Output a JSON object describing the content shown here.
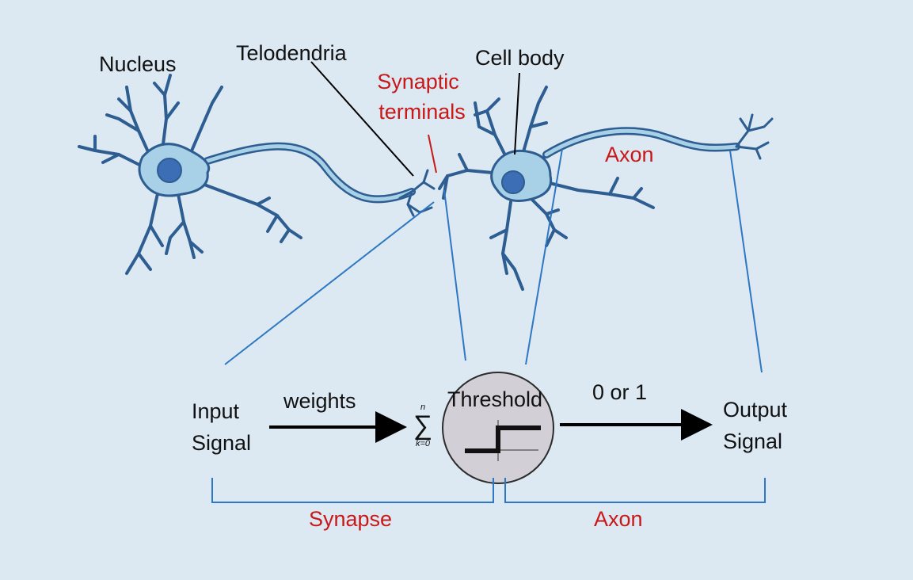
{
  "labels": {
    "nucleus": "Nucleus",
    "telodendria": "Telodendria",
    "synaptic_1": "Synaptic",
    "synaptic_2": "terminals",
    "cell_body": "Cell body",
    "axon_top": "Axon",
    "input_1": "Input",
    "input_2": "Signal",
    "weights": "weights",
    "sum_top": "n",
    "sum_symbol": "∑",
    "sum_bottom": "k=0",
    "threshold": "Threshold",
    "zero_or_one": "0 or 1",
    "output_1": "Output",
    "output_2": "Signal",
    "synapse": "Synapse",
    "axon_bottom": "Axon"
  },
  "colors": {
    "background": "#dce9f3",
    "neuron_fill": "#a8d0e6",
    "neuron_outline": "#2d5d91",
    "nucleus": "#3b6eb5",
    "guide_line": "#2e77c2",
    "red_label": "#c81818",
    "threshold_fill": "#d2d0d6"
  }
}
